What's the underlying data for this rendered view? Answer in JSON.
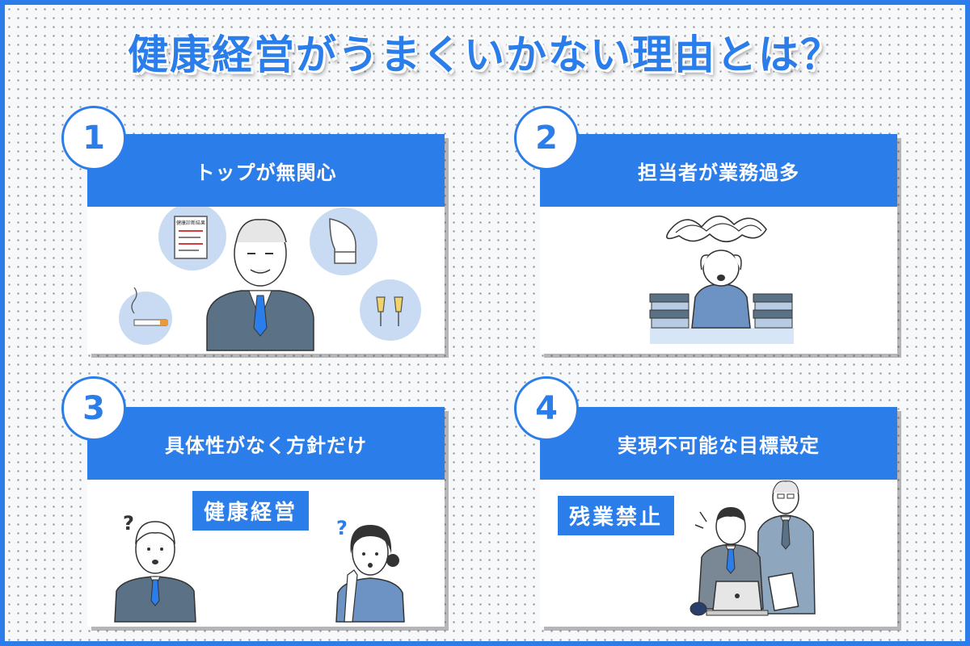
{
  "title": "健康経営がうまくいかない理由とは？",
  "cards": [
    {
      "number": "1",
      "heading": "トップが無関心",
      "doc_label": "健康診断結果"
    },
    {
      "number": "2",
      "heading": "担当者が業務過多"
    },
    {
      "number": "3",
      "heading": "具体性がなく方針だけ",
      "sign": "健康経営"
    },
    {
      "number": "4",
      "heading": "実現不可能な目標設定",
      "sign": "残業禁止"
    }
  ],
  "colors": {
    "accent": "#2b7de9",
    "suit": "#5b7186",
    "light_circle": "#c9dbf3"
  }
}
